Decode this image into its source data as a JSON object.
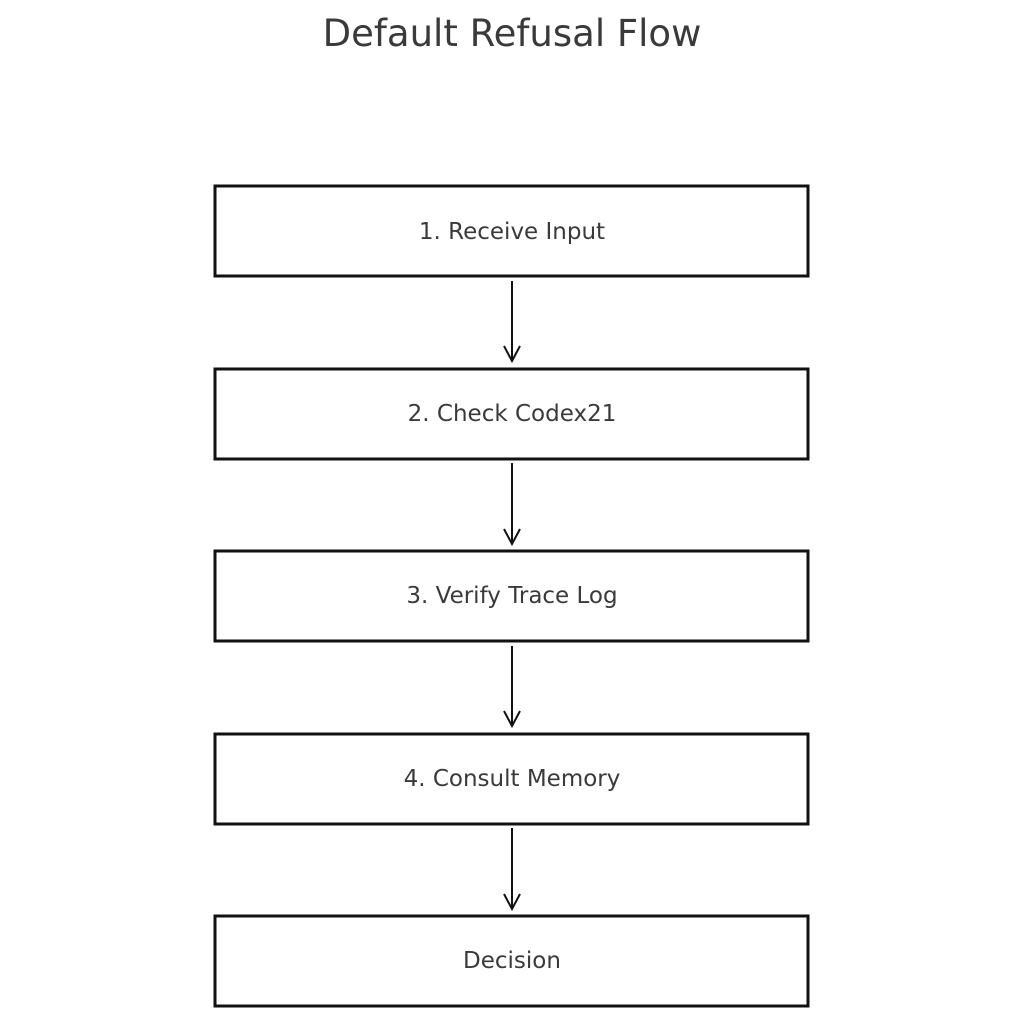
{
  "title": "Default Refusal Flow",
  "steps": [
    {
      "label": "1. Receive Input"
    },
    {
      "label": "2. Check Codex21"
    },
    {
      "label": "3. Verify Trace Log"
    },
    {
      "label": "4. Consult Memory"
    },
    {
      "label": "Decision"
    }
  ],
  "colors": {
    "stroke": "#111111",
    "text": "#3a3a3a",
    "background": "#ffffff"
  }
}
